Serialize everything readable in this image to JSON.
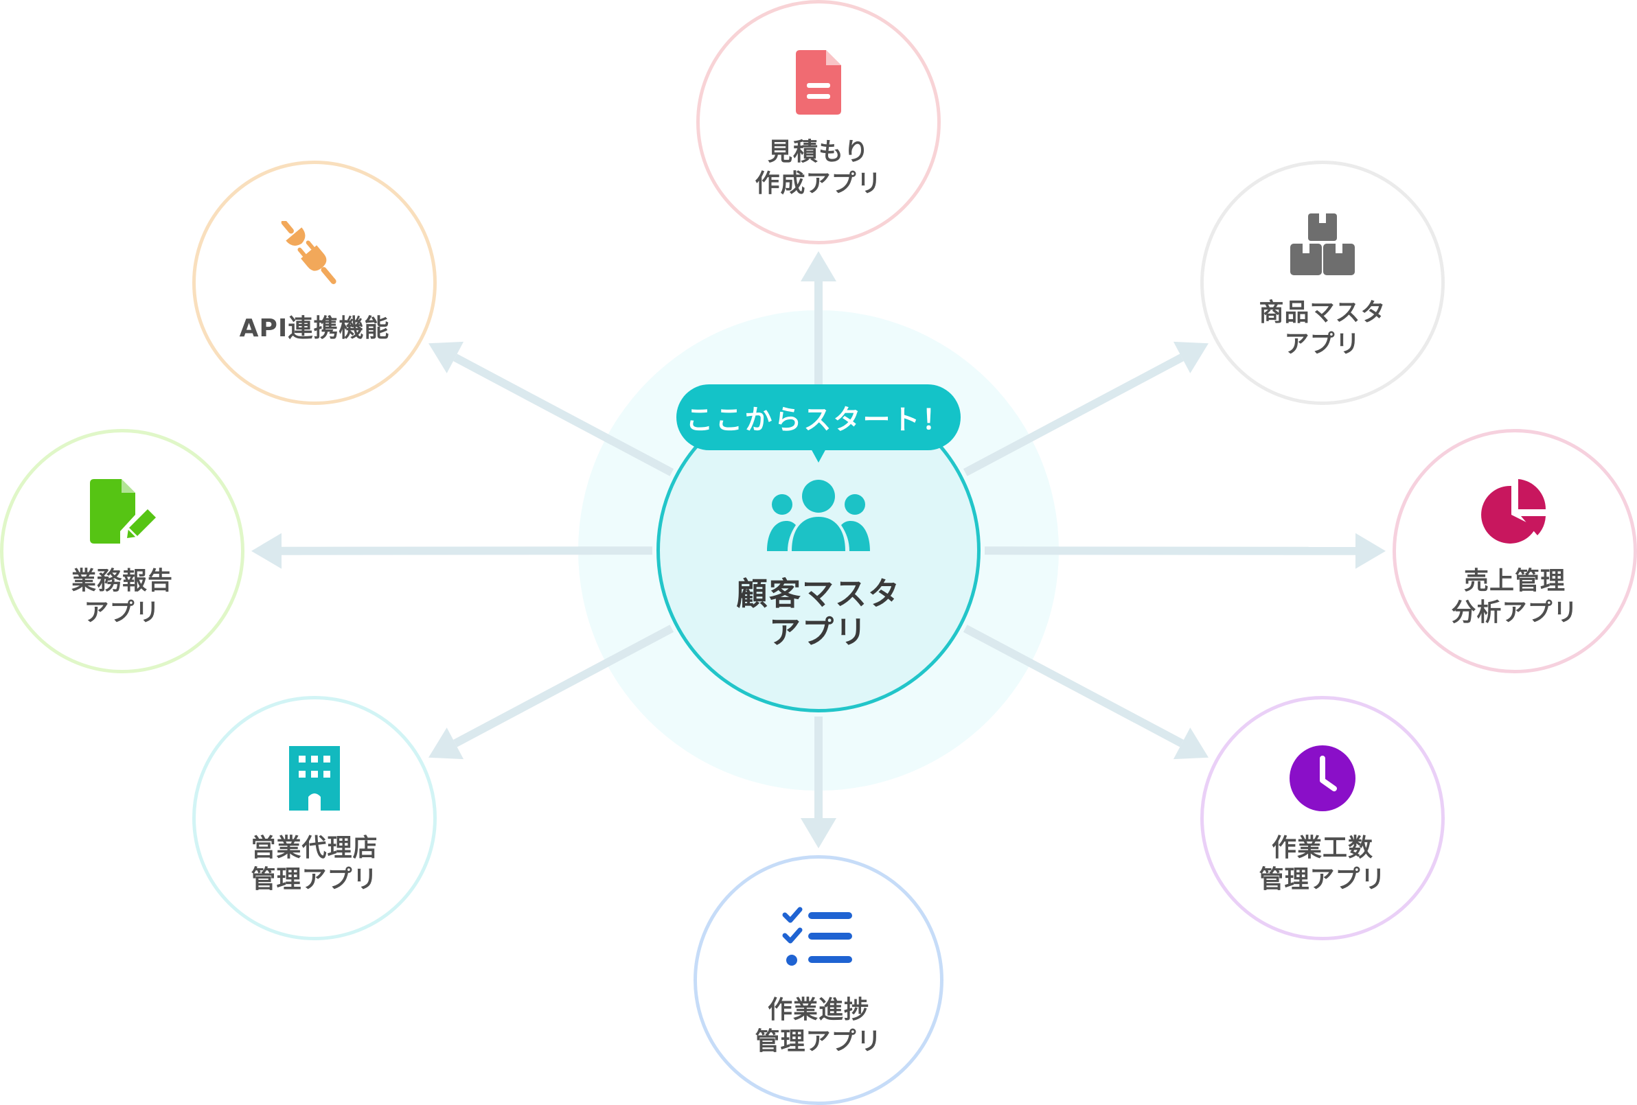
{
  "hub": {
    "label": "顧客マスタ\nアプリ",
    "callout": "ここからスタート！",
    "icon": "users-group-icon",
    "border_color": "#22c5c9",
    "fill_color": "#dff7f9",
    "icon_color": "#1cc2c6"
  },
  "arrow_color": "#dbe9ee",
  "nodes": [
    {
      "id": "quote",
      "label": "見積もり\n作成アプリ",
      "icon": "document-icon",
      "icon_color": "#f06b72",
      "border_color": "#f8d3d6"
    },
    {
      "id": "product",
      "label": "商品マスタ\nアプリ",
      "icon": "boxes-icon",
      "icon_color": "#6e6e6e",
      "border_color": "#ebebeb"
    },
    {
      "id": "sales",
      "label": "売上管理\n分析アプリ",
      "icon": "pie-chart-icon",
      "icon_color": "#c8175e",
      "border_color": "#f6d1de"
    },
    {
      "id": "workhours",
      "label": "作業工数\n管理アプリ",
      "icon": "clock-icon",
      "icon_color": "#8a0fc8",
      "border_color": "#ead0f7"
    },
    {
      "id": "progress",
      "label": "作業進捗\n管理アプリ",
      "icon": "checklist-icon",
      "icon_color": "#1f63d2",
      "border_color": "#c6dcf8"
    },
    {
      "id": "agency",
      "label": "営業代理店\n管理アプリ",
      "icon": "building-icon",
      "icon_color": "#12b9bf",
      "border_color": "#d2f4f5"
    },
    {
      "id": "report",
      "label": "業務報告\nアプリ",
      "icon": "edit-document-icon",
      "icon_color": "#56c414",
      "border_color": "#e0f7c8"
    },
    {
      "id": "api",
      "label": "API連携機能",
      "icon": "plug-icon",
      "icon_color": "#f2a85a",
      "border_color": "#f9dfbd"
    }
  ]
}
